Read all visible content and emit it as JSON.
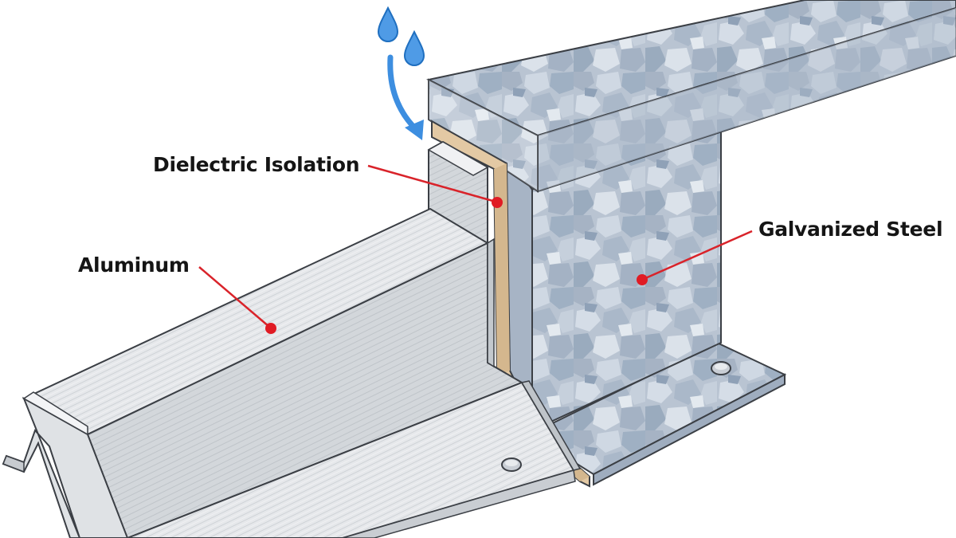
{
  "labels": {
    "dielectric": "Dielectric Isolation",
    "aluminum": "Aluminum",
    "steel": "Galvanized Steel"
  },
  "colors": {
    "callout_line": "#d9232a",
    "callout_dot": "#e01b24",
    "aluminum_light": "#eceef0",
    "aluminum_mid": "#d9dcdf",
    "aluminum_dark": "#b9bdc2",
    "isolation_strip": "#e3c9a4",
    "steel_base": "#b8c3d1",
    "water": "#3d8ee0",
    "outline": "#3b3f45"
  },
  "icons": [
    "water-drop-icon",
    "curved-arrow-icon",
    "bolt-head-icon"
  ]
}
